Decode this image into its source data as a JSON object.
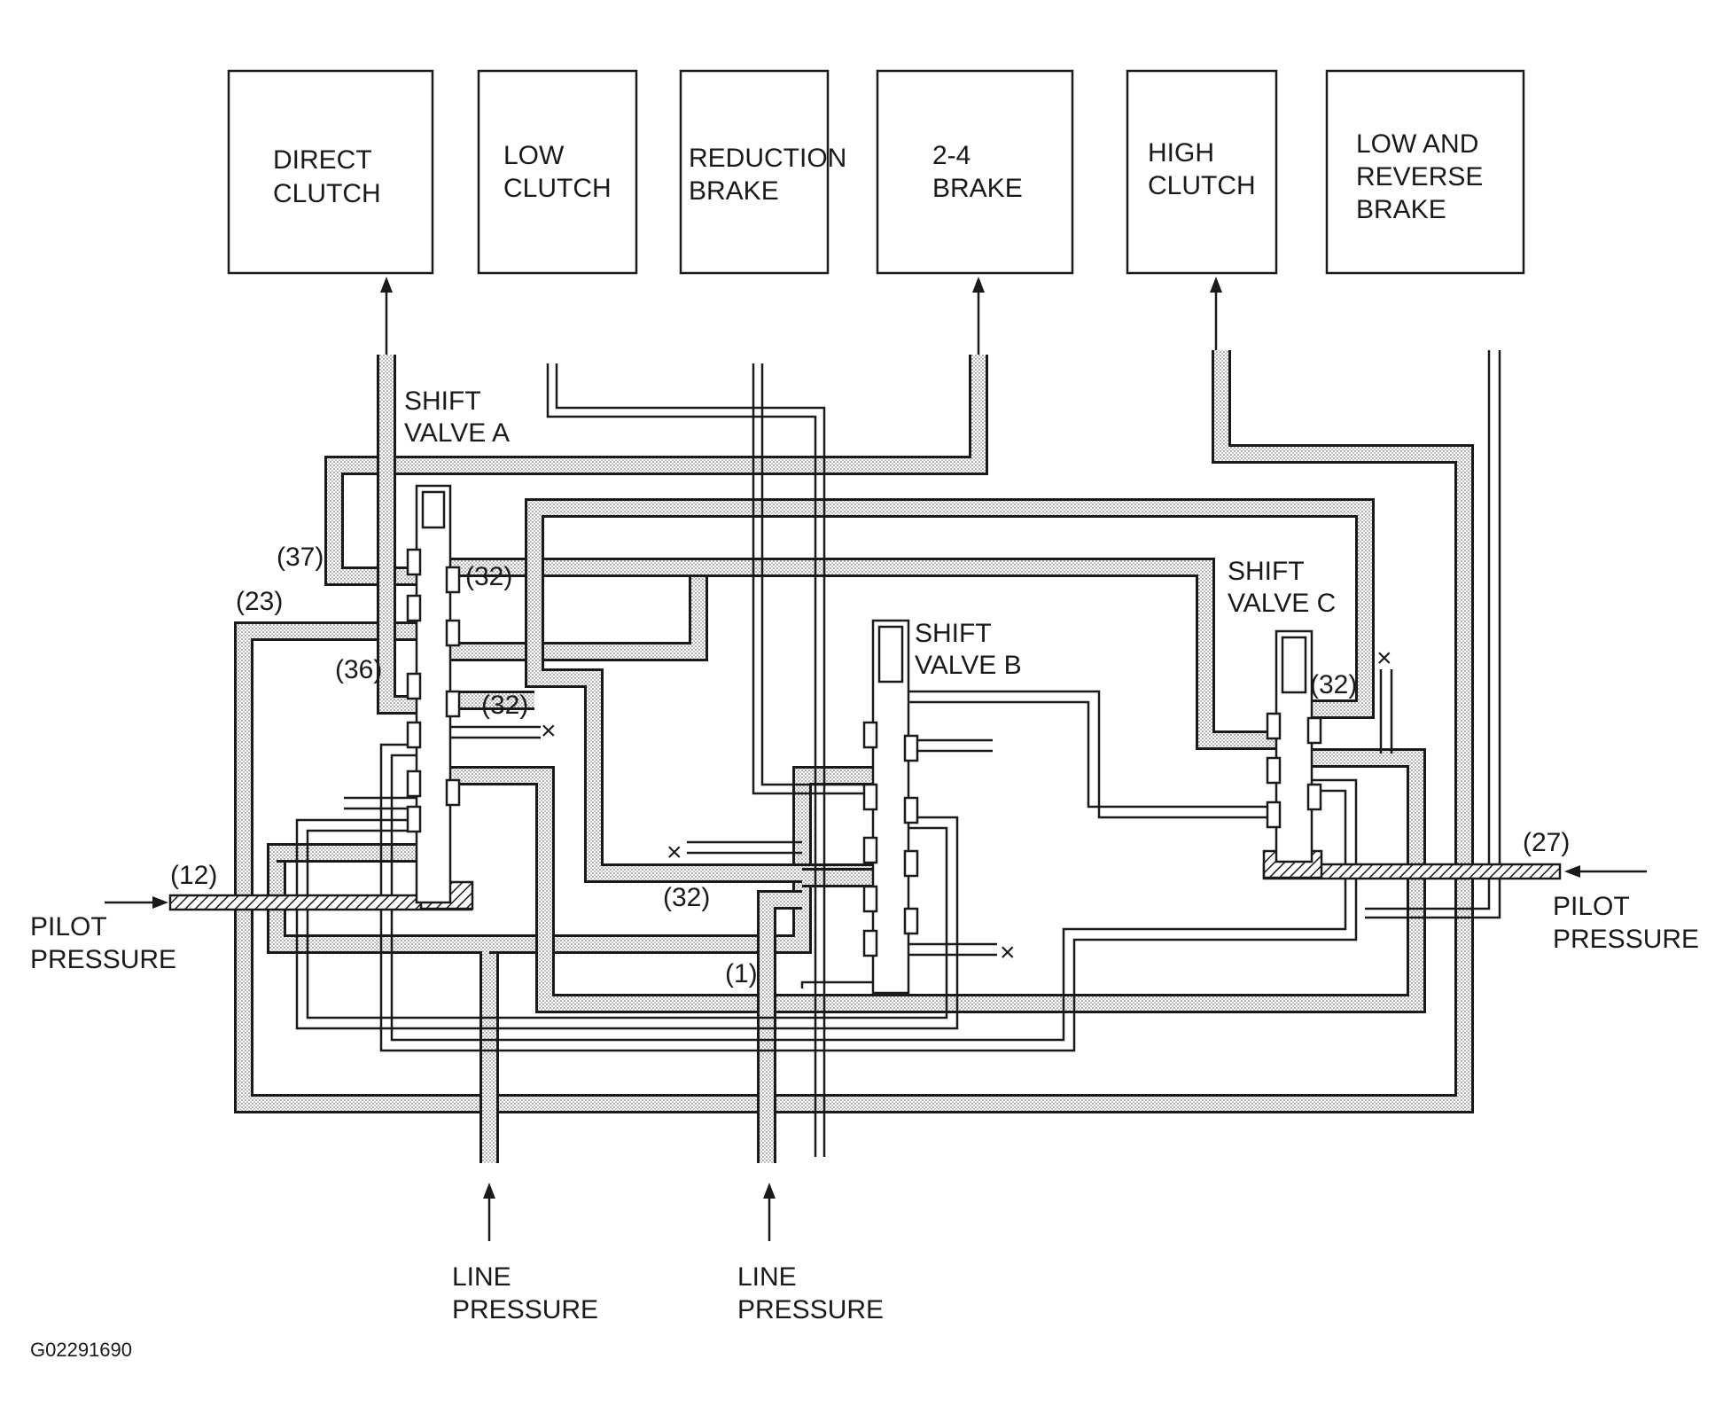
{
  "components": [
    {
      "id": "direct-clutch",
      "lines": [
        "DIRECT",
        "CLUTCH"
      ]
    },
    {
      "id": "low-clutch",
      "lines": [
        "LOW",
        "CLUTCH"
      ]
    },
    {
      "id": "reduction-brake",
      "lines": [
        "REDUCTION",
        "BRAKE"
      ]
    },
    {
      "id": "brake-2-4",
      "lines": [
        "2-4",
        "BRAKE"
      ]
    },
    {
      "id": "high-clutch",
      "lines": [
        "HIGH",
        "CLUTCH"
      ]
    },
    {
      "id": "low-reverse-brake",
      "lines": [
        "LOW AND",
        "REVERSE",
        "BRAKE"
      ]
    }
  ],
  "valves": {
    "a": [
      "SHIFT",
      "VALVE A"
    ],
    "b": [
      "SHIFT",
      "VALVE B"
    ],
    "c": [
      "SHIFT",
      "VALVE C"
    ]
  },
  "port_labels": {
    "p37": "(37)",
    "p23": "(23)",
    "p32_a1": "(32)",
    "p36": "(36)",
    "p32_a2": "(32)",
    "p12": "(12)",
    "p32_b": "(32)",
    "p1": "(1)",
    "p32_c": "(32)",
    "p27": "(27)"
  },
  "pressure_inputs": {
    "pilot_left": [
      "PILOT",
      "PRESSURE"
    ],
    "pilot_right": [
      "PILOT",
      "PRESSURE"
    ],
    "line_left": [
      "LINE",
      "PRESSURE"
    ],
    "line_right": [
      "LINE",
      "PRESSURE"
    ]
  },
  "drain_mark": "×",
  "figure_id": "G02291690"
}
